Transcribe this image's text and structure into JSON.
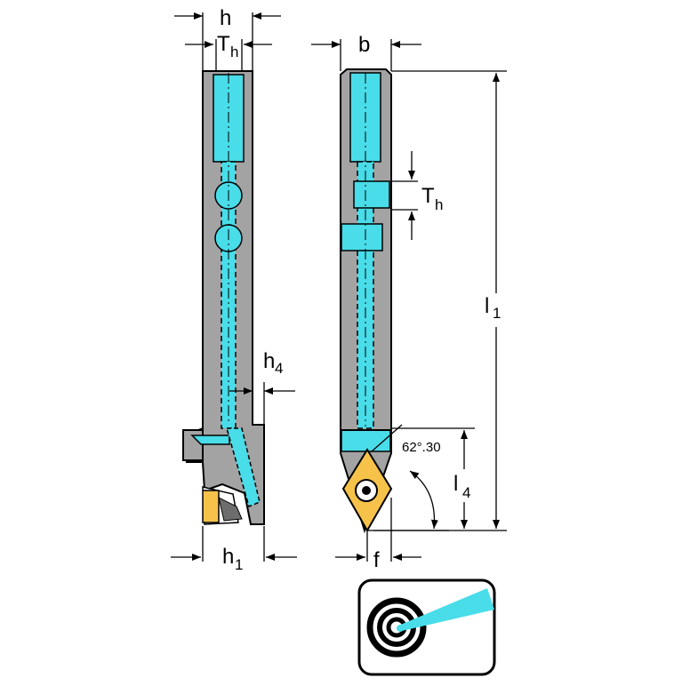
{
  "colors": {
    "body": "#a3a3a3",
    "coolant": "#49dce9",
    "insert": "#f6c24a",
    "outline": "#000000",
    "background": "#ffffff"
  },
  "labels": {
    "h": "h",
    "Th_main": "T",
    "Th_sub": "h",
    "b": "b",
    "l1_main": "l",
    "l1_sub": "1",
    "h4_main": "h",
    "h4_sub": "4",
    "l4_main": "l",
    "l4_sub": "4",
    "h1_main": "h",
    "h1_sub": "1",
    "f": "f",
    "angle": "62°.30"
  },
  "icons": {
    "coolant_badge": "coolant-through-target-icon"
  }
}
